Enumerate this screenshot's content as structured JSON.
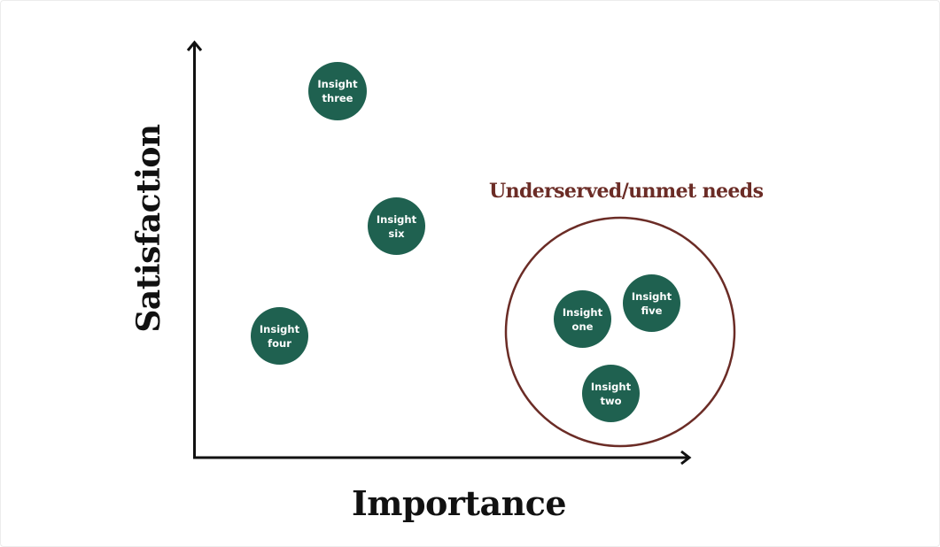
{
  "diagram": {
    "type": "2x2-scatter",
    "x_axis_label": "Importance",
    "y_axis_label": "Satisfaction",
    "group": {
      "label": "Underserved/unmet needs",
      "color": "#6b2c26"
    },
    "bubble_color": "#1f6150",
    "bubbles": [
      {
        "id": "three",
        "line1": "Insight",
        "line2": "three"
      },
      {
        "id": "six",
        "line1": "Insight",
        "line2": "six"
      },
      {
        "id": "four",
        "line1": "Insight",
        "line2": "four"
      },
      {
        "id": "one",
        "line1": "Insight",
        "line2": "one"
      },
      {
        "id": "five",
        "line1": "Insight",
        "line2": "five"
      },
      {
        "id": "two",
        "line1": "Insight",
        "line2": "two"
      }
    ]
  },
  "chart_data": {
    "type": "scatter",
    "title": "",
    "xlabel": "Importance",
    "ylabel": "Satisfaction",
    "grid": false,
    "points": [
      {
        "label": "Insight three",
        "x": 0.29,
        "y": 0.89
      },
      {
        "label": "Insight six",
        "x": 0.41,
        "y": 0.56
      },
      {
        "label": "Insight four",
        "x": 0.17,
        "y": 0.3
      },
      {
        "label": "Insight one",
        "x": 0.79,
        "y": 0.35
      },
      {
        "label": "Insight five",
        "x": 0.92,
        "y": 0.39
      },
      {
        "label": "Insight two",
        "x": 0.84,
        "y": 0.16
      }
    ],
    "annotations": [
      {
        "text": "Underserved/unmet needs",
        "type": "circle-group",
        "members": [
          "Insight one",
          "Insight five",
          "Insight two"
        ]
      }
    ]
  }
}
